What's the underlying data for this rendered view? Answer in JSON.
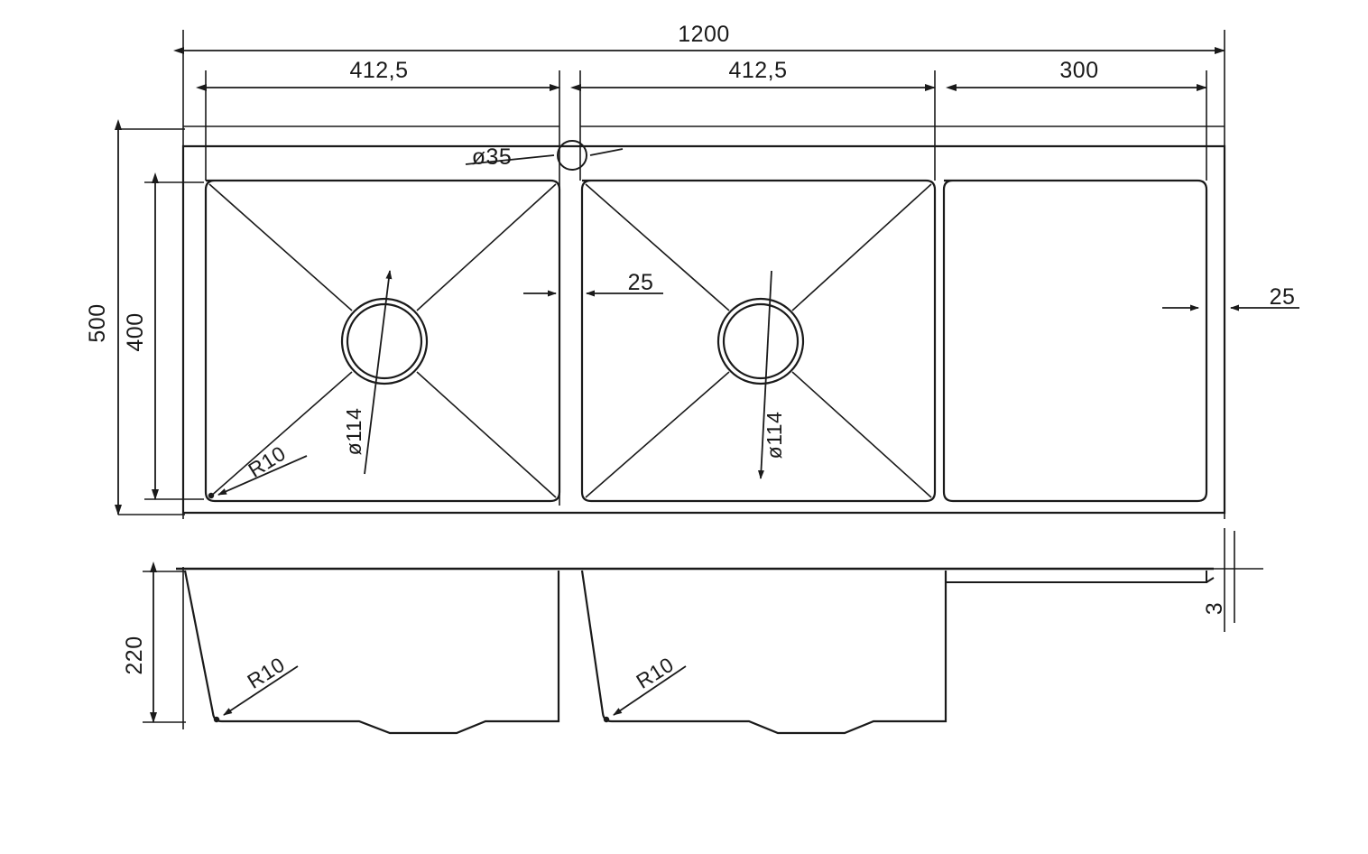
{
  "drawing": {
    "type": "engineering-drawing",
    "subject": "double-bowl-kitchen-sink-with-drainboard",
    "units": "mm",
    "line_color": "#1a1a1a",
    "background_color": "#ffffff",
    "views": {
      "top": {
        "name": "top-view",
        "overall_width": "1200",
        "overall_depth": "500"
      },
      "section": {
        "name": "front-section-view",
        "bowl_depth": "220",
        "material_thickness": "3"
      }
    },
    "dimensions": {
      "overall_length": "1200",
      "bowl1_width": "412,5",
      "bowl2_width": "412,5",
      "drainboard_width": "300",
      "overall_depth": "500",
      "bowl_depth_inner": "400",
      "divider_gap": "25",
      "right_margin": "25",
      "tap_hole_dia": "ø35",
      "drain_dia_left": "ø114",
      "drain_dia_right": "ø114",
      "corner_radius_top_left": "R10",
      "corner_radius_section_left": "R10",
      "corner_radius_section_right": "R10",
      "bowl_height": "220",
      "sheet_thickness": "3"
    }
  }
}
